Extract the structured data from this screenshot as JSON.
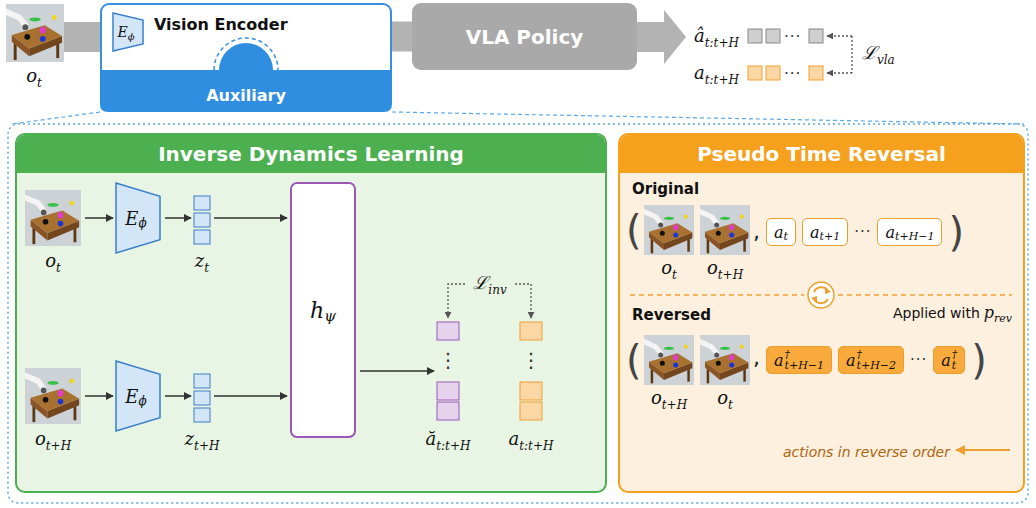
{
  "diagram": {
    "nodes": [
      {
        "text": [
          "Vision Encoder"
        ]
      },
      {
        "text": [
          "E",
          "ϕ"
        ],
        "in": 0
      },
      {
        "text": [
          "Auxiliary"
        ]
      },
      {
        "text": [
          "VLA Policy"
        ]
      },
      {
        "text": [
          "Inverse Dynamics Learning"
        ]
      },
      {
        "text": [
          "E",
          "ϕ"
        ],
        "in": 4
      },
      {
        "text": [
          "E",
          "ϕ"
        ],
        "in": 4
      },
      {
        "text": [
          "h",
          "ψ"
        ],
        "in": 4
      },
      {
        "text": [
          "Pseudo Time Reversal"
        ]
      },
      {
        "text": [
          "a",
          "t"
        ],
        "in": 8
      },
      {
        "text": [
          "a",
          "t+1"
        ],
        "in": 8
      },
      {
        "text": [
          "a",
          "t+H−1"
        ],
        "in": 8
      },
      {
        "text": [
          "a",
          "†",
          "t+H−1"
        ],
        "in": 8
      },
      {
        "text": [
          "a",
          "†",
          "t+H−2"
        ],
        "in": 8
      },
      {
        "text": [
          "a",
          "†",
          "t"
        ],
        "in": 8
      }
    ],
    "edges": [
      {
        "from": 0,
        "to": 3,
        "arrow": "none"
      }
    ],
    "labels": [
      "o",
      "t",
      "â",
      "t:t+H",
      "···",
      "ℒ",
      "vla",
      "a",
      "t:t+H",
      "···",
      "o",
      "t",
      "z",
      "t",
      "o",
      "t+H",
      "z",
      "t+H",
      "ℒ",
      "inv",
      "⋮",
      "⋮",
      "ă",
      "t:t+H",
      "a",
      "t:t+H",
      "Original",
      "(",
      "o",
      "t",
      "o",
      "t+H",
      ",",
      "···",
      ")",
      "Reversed",
      "Applied with",
      "p",
      "rev",
      "(",
      "o",
      "t+H",
      "o",
      "t",
      ",",
      "···",
      ")",
      "actions in reverse order"
    ]
  }
}
